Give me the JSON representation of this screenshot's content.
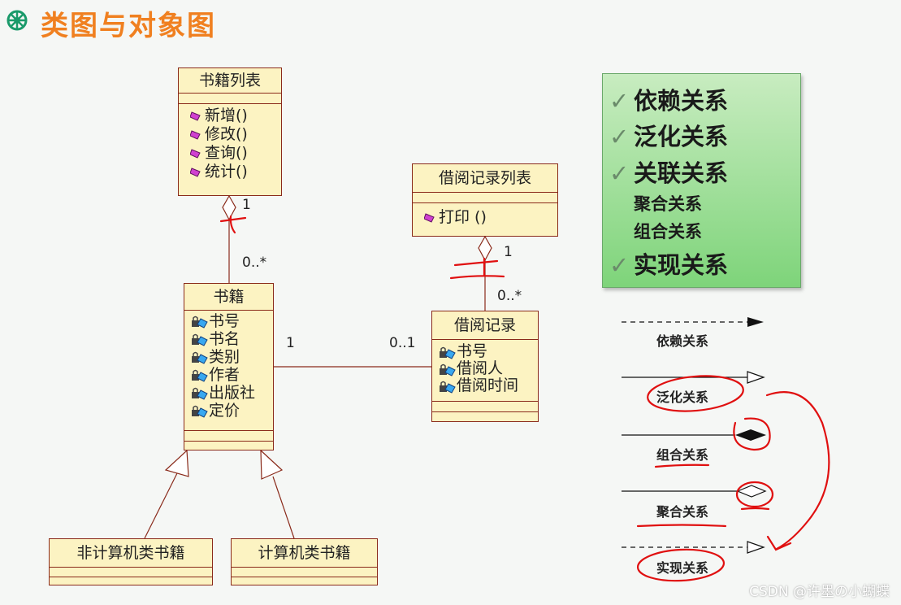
{
  "title": "类图与对象图",
  "classes": {
    "booklist": {
      "name": "书籍列表",
      "methods": [
        "新增()",
        "修改()",
        "查询()",
        "统计()"
      ]
    },
    "borrowlist": {
      "name": "借阅记录列表",
      "methods": [
        "打印 ()"
      ]
    },
    "book": {
      "name": "书籍",
      "attributes": [
        "书号",
        "书名",
        "类别",
        "作者",
        "出版社",
        "定价"
      ]
    },
    "borrow": {
      "name": "借阅记录",
      "attributes": [
        "书号",
        "借阅人",
        "借阅时间"
      ]
    },
    "noncomputer": {
      "name": "非计算机类书籍"
    },
    "computer": {
      "name": "计算机类书籍"
    }
  },
  "multiplicities": {
    "booklist_one": "1",
    "book_many": "0..*",
    "borrowlist_one": "1",
    "borrow_many": "0..*",
    "book_assoc": "1",
    "borrow_assoc": "0..1"
  },
  "legend": {
    "check": "✓",
    "items": [
      "依赖关系",
      "泛化关系",
      "关联关系",
      "聚合关系",
      "组合关系",
      "实现关系"
    ]
  },
  "relations": {
    "dependency": "依赖关系",
    "generalization": "泛化关系",
    "composition": "组合关系",
    "aggregation": "聚合关系",
    "realization": "实现关系"
  },
  "watermark": "CSDN @许墨の小蝴蝶",
  "colors": {
    "title": "#f08020",
    "class_fill": "#fcf3c2",
    "class_border": "#8a2a1a",
    "annotation": "#e01010",
    "legend_fill": "#9fdc96"
  }
}
